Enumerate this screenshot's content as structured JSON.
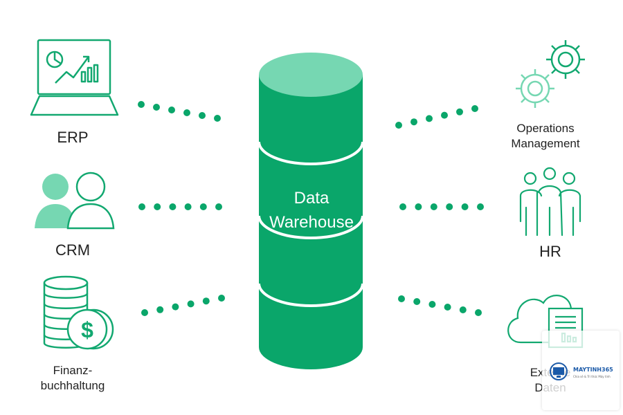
{
  "center": {
    "line1": "Data",
    "line2": "Warehouse"
  },
  "sources": {
    "erp": "ERP",
    "crm": "CRM",
    "finance_1": "Finanz-",
    "finance_2": "buchhaltung"
  },
  "targets": {
    "ops_1": "Operations",
    "ops_2": "Management",
    "hr": "HR",
    "ext_1": "Externe",
    "ext_2": "Daten"
  },
  "watermark": {
    "brand": "MAYTINH365",
    "tagline": "Chia sẻ & Tri thức Máy tính"
  },
  "colors": {
    "green": "#0aa66a",
    "light_green": "#76d7b2",
    "icon_green": "#12a870"
  }
}
